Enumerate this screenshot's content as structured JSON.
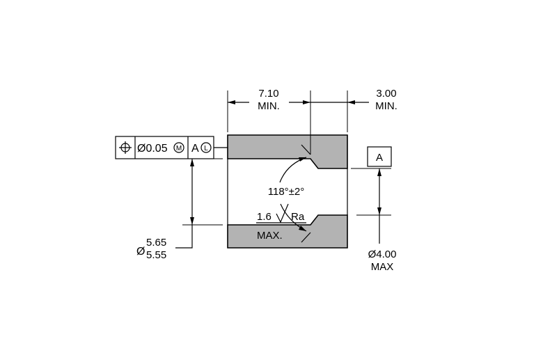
{
  "colors": {
    "part_fill": "#b3b3b3",
    "ink": "#000000",
    "background": "#ffffff"
  },
  "dims": {
    "length": "7.10",
    "length_note": "MIN.",
    "chamfer_length": "3.00",
    "chamfer_note": "MIN.",
    "angle": "118°±2°",
    "roughness_value": "1.6",
    "roughness_unit": "Ra",
    "roughness_note": "MAX.",
    "outer_diameter_symbol": "Ø",
    "outer_diameter_upper": "5.65",
    "outer_diameter_lower": "5.55",
    "inner_diameter": "Ø4.00",
    "inner_diameter_note": "MAX"
  },
  "datum": {
    "label": "A"
  },
  "feature_control_frame": {
    "symbol_icon": "position-icon",
    "tolerance": "Ø0.05",
    "tolerance_modifier": "M",
    "datum_ref": "A",
    "datum_modifier": "L"
  }
}
